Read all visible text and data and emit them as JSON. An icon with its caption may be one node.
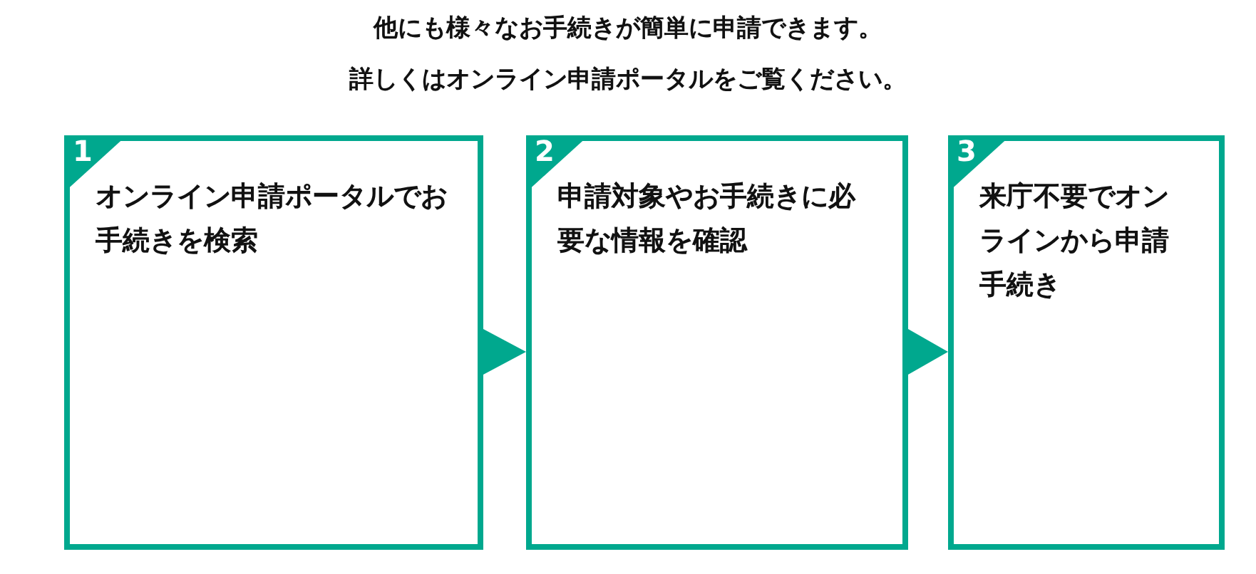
{
  "diagram": {
    "title": "他にも様々なお手続きが簡単に申請できます。",
    "nodes": [
      {
        "text": [
          "1",
          "オンライン申請ポータルでお手続きを検索"
        ]
      },
      {
        "text": [
          "2",
          "申請対象やお手続きに必要な情報を確認"
        ]
      },
      {
        "text": [
          "3",
          "来庁不要でオンラインから申請手続き"
        ]
      }
    ],
    "edges": [
      {
        "from": 0,
        "to": 1,
        "arrow": "to"
      },
      {
        "from": 1,
        "to": 2,
        "arrow": "to"
      }
    ],
    "labels": [
      "詳しくはオンライン申請ポータルをご覧ください。"
    ]
  }
}
